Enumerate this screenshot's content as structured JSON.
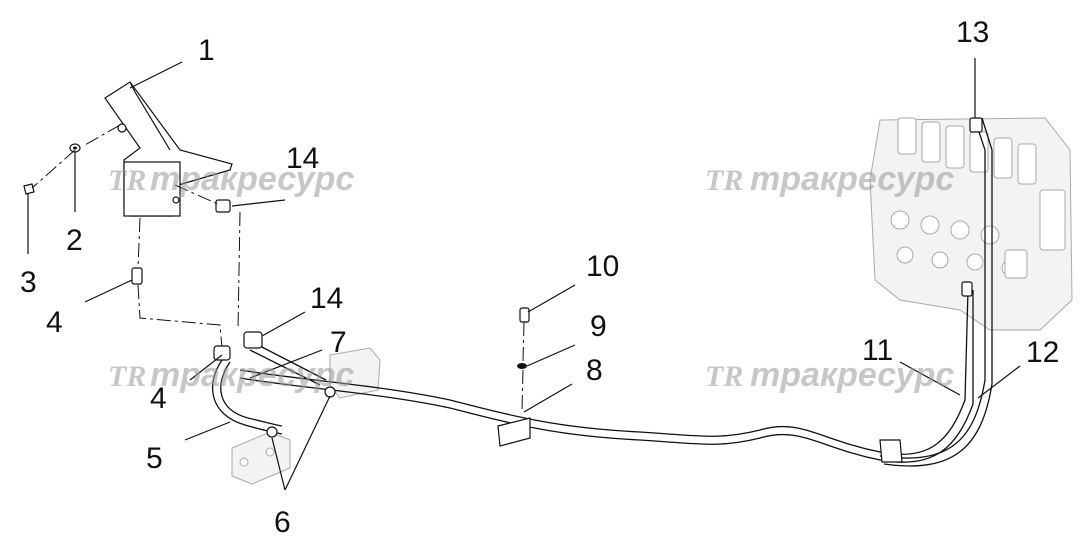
{
  "callouts": [
    {
      "id": "c1",
      "label": "1"
    },
    {
      "id": "c2",
      "label": "2"
    },
    {
      "id": "c3",
      "label": "3"
    },
    {
      "id": "c4a",
      "label": "4"
    },
    {
      "id": "c4b",
      "label": "4"
    },
    {
      "id": "c5",
      "label": "5"
    },
    {
      "id": "c6",
      "label": "6"
    },
    {
      "id": "c7",
      "label": "7"
    },
    {
      "id": "c8",
      "label": "8"
    },
    {
      "id": "c9",
      "label": "9"
    },
    {
      "id": "c10",
      "label": "10"
    },
    {
      "id": "c11",
      "label": "11"
    },
    {
      "id": "c12",
      "label": "12"
    },
    {
      "id": "c13",
      "label": "13"
    },
    {
      "id": "c14a",
      "label": "14"
    },
    {
      "id": "c14b",
      "label": "14"
    }
  ],
  "watermark": {
    "logo": "TR",
    "text": "тракресурс"
  }
}
